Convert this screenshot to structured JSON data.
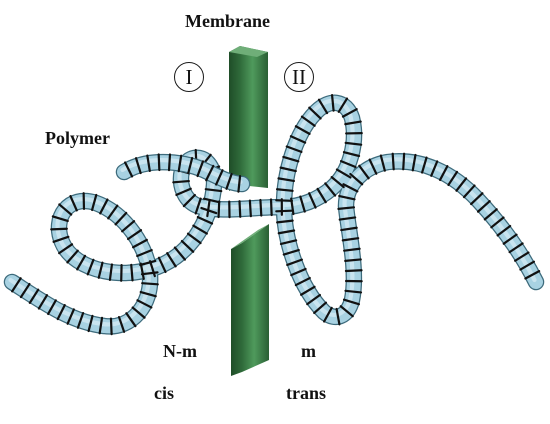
{
  "labels": {
    "membrane": "Membrane",
    "polymer": "Polymer",
    "region_cis_marker": "I",
    "region_trans_marker": "II",
    "cis_segment_count": "N-m",
    "trans_segment_count": "m",
    "cis": "cis",
    "trans": "trans"
  },
  "colors": {
    "membrane_fill": "#3f7f4a",
    "membrane_side": "#275b31",
    "membrane_highlight": "#6fae78",
    "polymer_fill": "#a8d2e2",
    "polymer_edge": "#3d6b7c",
    "polymer_ring": "#111111",
    "text": "#111111"
  }
}
